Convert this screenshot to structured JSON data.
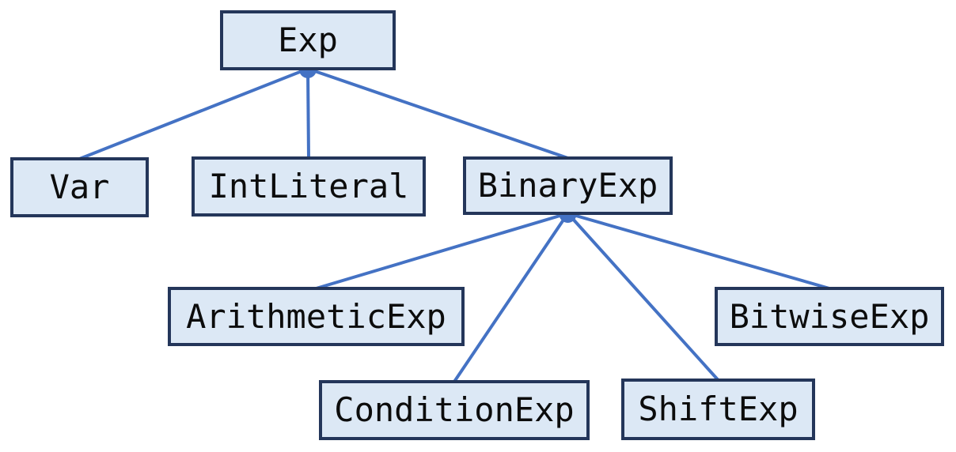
{
  "diagram": {
    "type": "tree",
    "background": "#ffffff",
    "colors": {
      "node_fill": "#dce8f5",
      "node_border": "#24365a",
      "connector": "#4472c4",
      "text": "#0c0c0c"
    },
    "nodes": [
      {
        "id": "exp",
        "label": "Exp"
      },
      {
        "id": "var",
        "label": "Var"
      },
      {
        "id": "intliteral",
        "label": "IntLiteral"
      },
      {
        "id": "binaryexp",
        "label": "BinaryExp"
      },
      {
        "id": "arithmeticexp",
        "label": "ArithmeticExp"
      },
      {
        "id": "conditionexp",
        "label": "ConditionExp"
      },
      {
        "id": "shiftexp",
        "label": "ShiftExp"
      },
      {
        "id": "bitwiseexp",
        "label": "BitwiseExp"
      }
    ],
    "edges": [
      {
        "from": "exp",
        "to": "var"
      },
      {
        "from": "exp",
        "to": "intliteral"
      },
      {
        "from": "exp",
        "to": "binaryexp"
      },
      {
        "from": "binaryexp",
        "to": "arithmeticexp"
      },
      {
        "from": "binaryexp",
        "to": "conditionexp"
      },
      {
        "from": "binaryexp",
        "to": "shiftexp"
      },
      {
        "from": "binaryexp",
        "to": "bitwiseexp"
      }
    ]
  }
}
